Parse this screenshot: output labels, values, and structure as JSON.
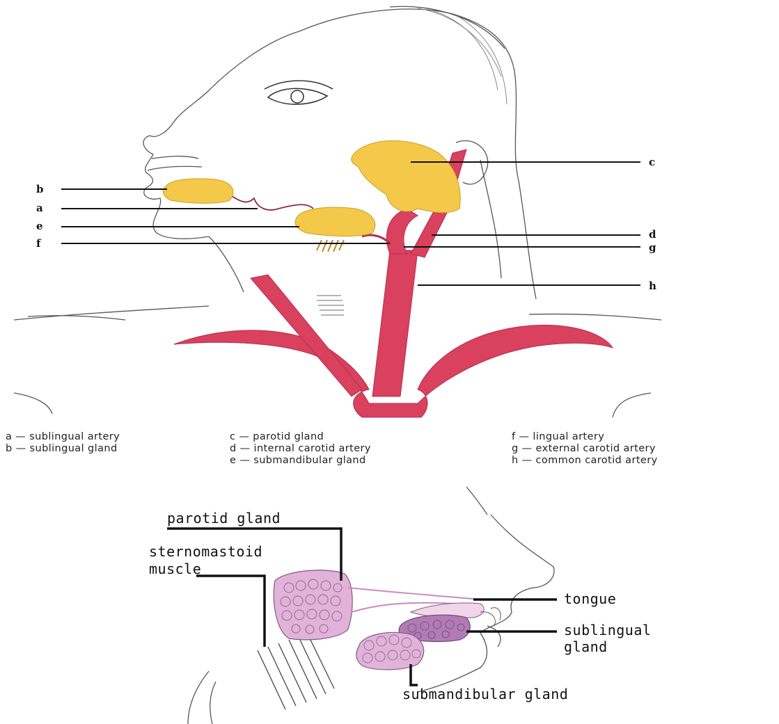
{
  "upper_diagram": {
    "callouts": {
      "a": "a",
      "b": "b",
      "c": "c",
      "d": "d",
      "e": "e",
      "f": "f",
      "g": "g",
      "h": "h"
    },
    "legend": [
      [
        "a — sublingual artery",
        "b — sublingual gland"
      ],
      [
        "c — parotid gland",
        "d — internal carotid artery",
        "e — submandibular gland"
      ],
      [
        "f — lingual artery",
        "g — external carotid artery",
        "h — common carotid artery"
      ]
    ]
  },
  "lower_diagram": {
    "labels": {
      "parotid": "parotid gland",
      "sterno_line1": "sternomastoid",
      "sterno_line2": "muscle",
      "tongue": "tongue",
      "sublingual_line1": "sublingual",
      "sublingual_line2": "gland",
      "submandibular": "submandibular gland"
    }
  },
  "colors": {
    "artery": "#d9415e",
    "gland_yellow": "#f4c94a",
    "gland_purple": "#b27bb3",
    "gland_pink": "#e2b2d8",
    "outline": "#444444"
  }
}
